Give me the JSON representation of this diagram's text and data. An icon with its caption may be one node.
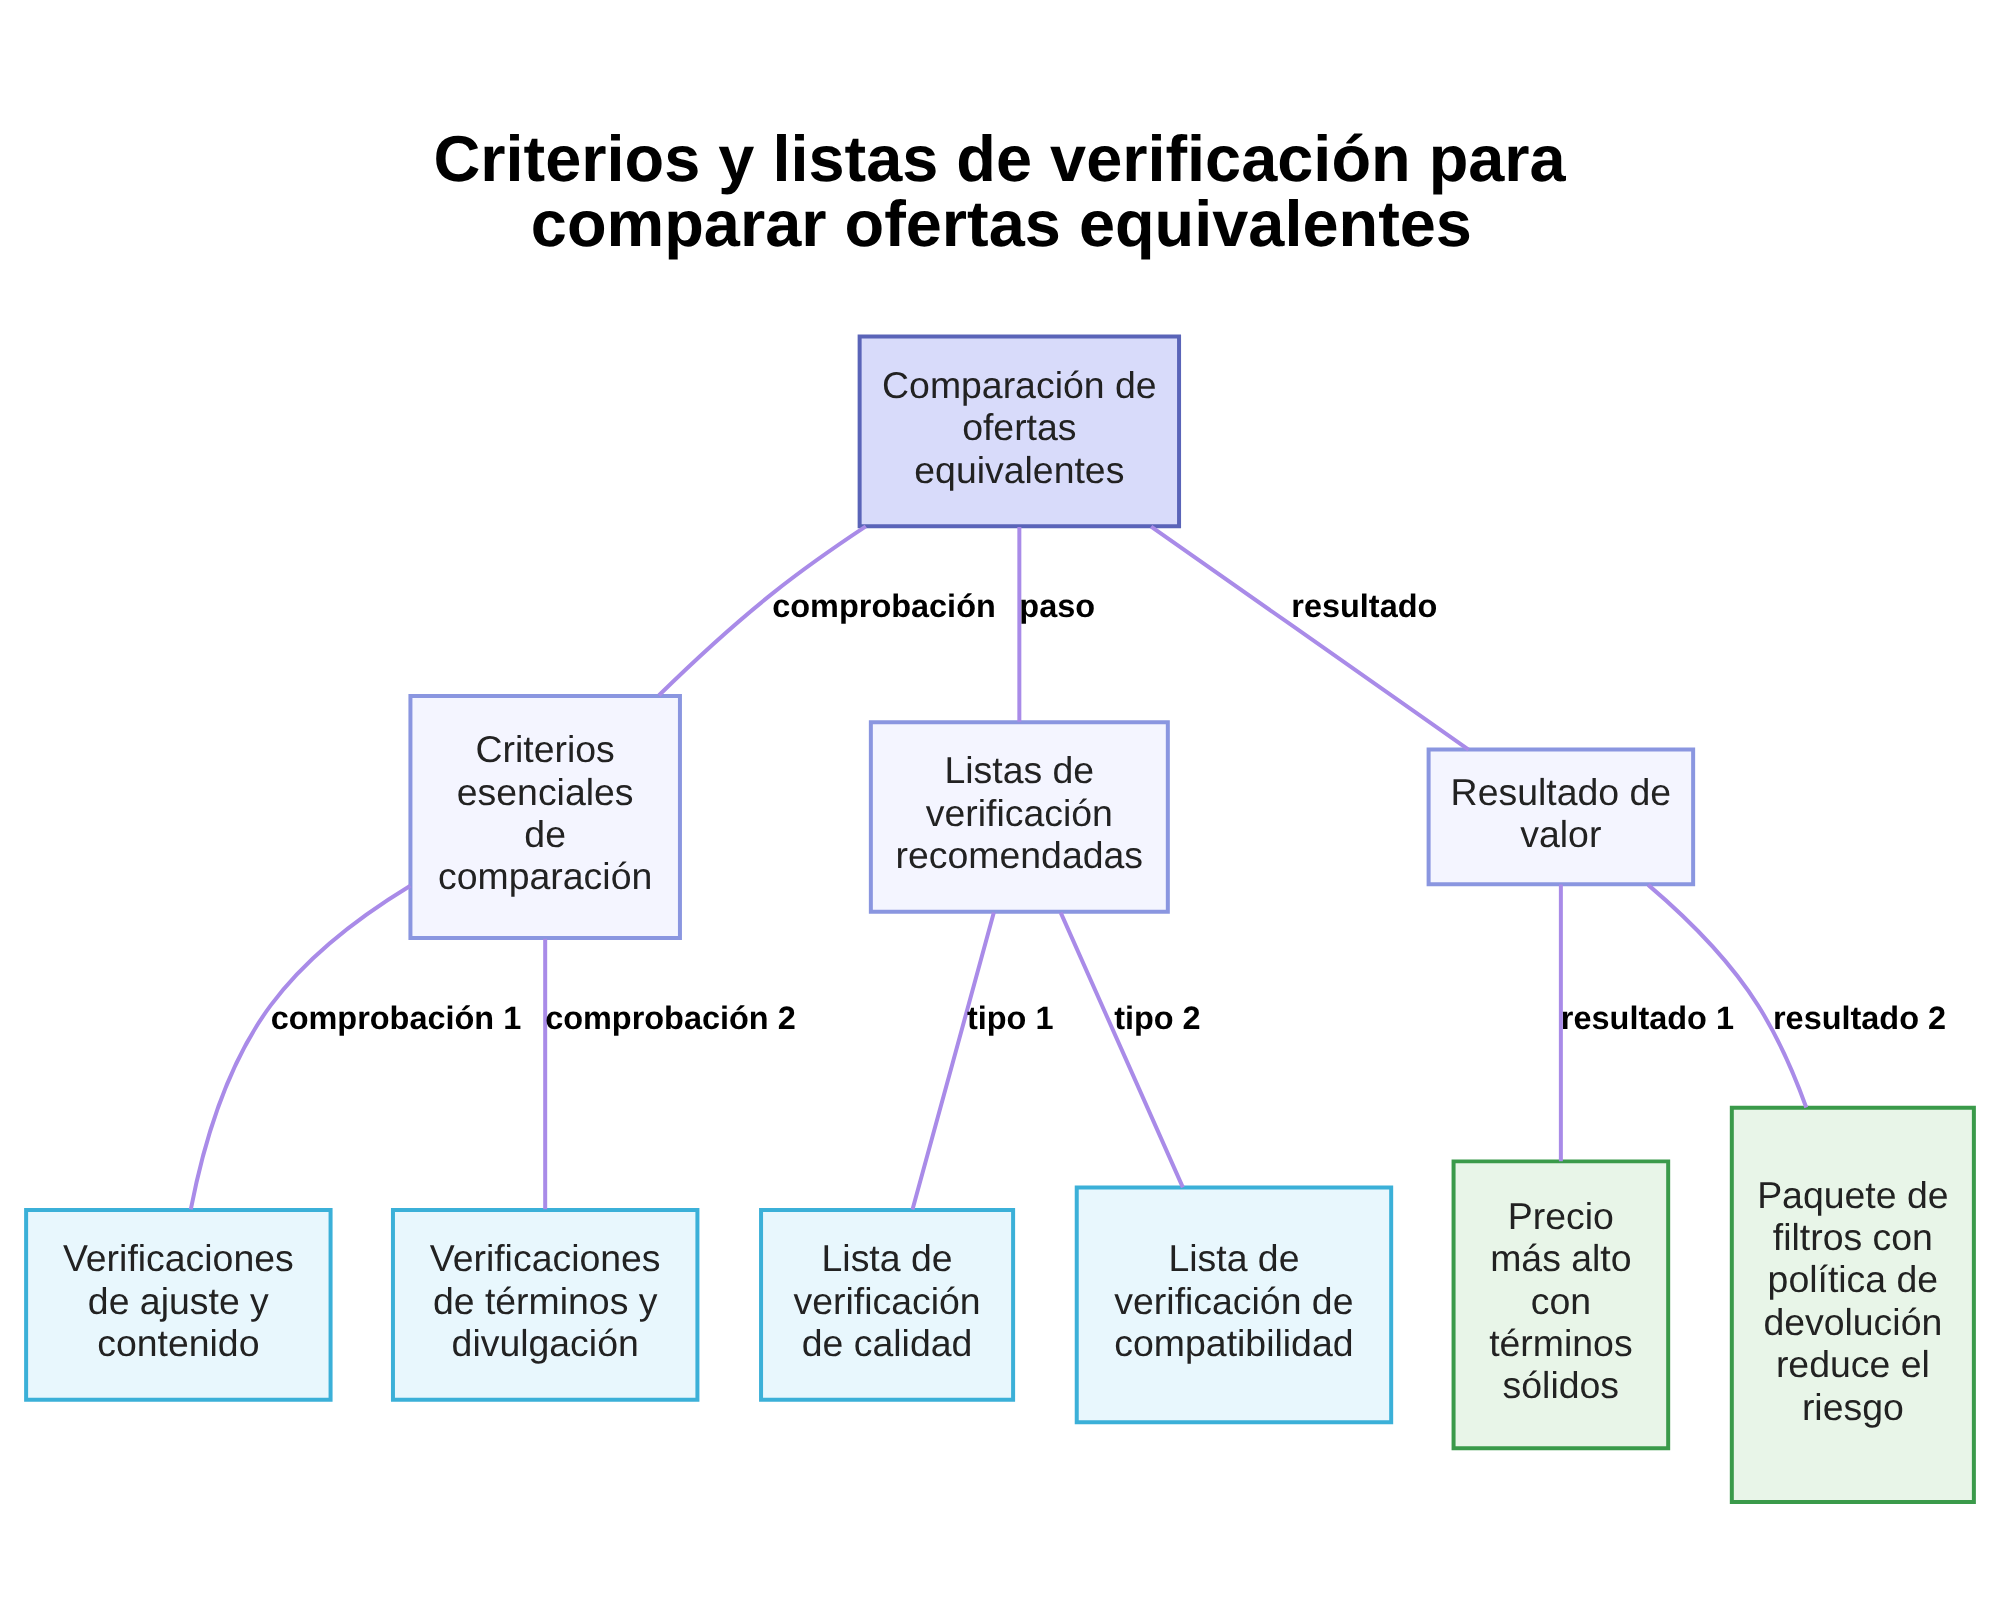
{
  "diagram": {
    "title": "Criterios y listas de verificación para comparar ofertas equivalentes",
    "nodes": [
      {
        "text": [
          "Comparación de ofertas equivalentes"
        ]
      },
      {
        "text": [
          "Criterios esenciales de comparación"
        ]
      },
      {
        "text": [
          "Listas de verificación recomendadas"
        ]
      },
      {
        "text": [
          "Resultado de valor"
        ]
      },
      {
        "text": [
          "Verificaciones de ajuste y contenido"
        ]
      },
      {
        "text": [
          "Verificaciones de términos y divulgación"
        ]
      },
      {
        "text": [
          "Lista de verificación de calidad"
        ]
      },
      {
        "text": [
          "Lista de verificación de compatibilidad"
        ]
      },
      {
        "text": [
          "Precio más alto con términos sólidos"
        ]
      },
      {
        "text": [
          "Paquete de filtros con política de devolución reduce el riesgo"
        ]
      }
    ],
    "edges": [
      {
        "from": 0,
        "to": 1,
        "arrow": "none",
        "label": "comprobación"
      },
      {
        "from": 0,
        "to": 2,
        "arrow": "none",
        "label": "paso"
      },
      {
        "from": 0,
        "to": 3,
        "arrow": "none",
        "label": "resultado"
      },
      {
        "from": 1,
        "to": 4,
        "arrow": "none",
        "label": "comprobación 1"
      },
      {
        "from": 1,
        "to": 5,
        "arrow": "none",
        "label": "comprobación 2"
      },
      {
        "from": 2,
        "to": 6,
        "arrow": "none",
        "label": "tipo 1"
      },
      {
        "from": 2,
        "to": 7,
        "arrow": "none",
        "label": "tipo 2"
      },
      {
        "from": 3,
        "to": 8,
        "arrow": "none",
        "label": "resultado 1"
      },
      {
        "from": 3,
        "to": 9,
        "arrow": "none",
        "label": "resultado 2"
      }
    ]
  }
}
